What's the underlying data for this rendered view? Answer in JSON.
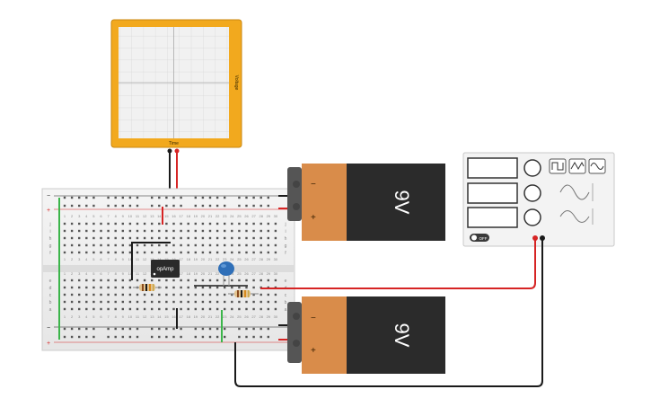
{
  "oscilloscope": {
    "x_axis_label": "Time",
    "y_axis_label": "Voltage"
  },
  "batteries": [
    {
      "label": "9V",
      "minus": "−",
      "plus": "+"
    },
    {
      "label": "9V",
      "minus": "−",
      "plus": "+"
    }
  ],
  "opamp": {
    "label": "opAmp"
  },
  "function_generator": {
    "waveforms": [
      "square",
      "triangle",
      "sine"
    ],
    "power_label": "OFF"
  },
  "breadboard": {
    "row_letters_top": [
      "j",
      "i",
      "h",
      "g",
      "f"
    ],
    "row_letters_bottom": [
      "e",
      "d",
      "c",
      "b",
      "a"
    ],
    "columns": [
      "1",
      "2",
      "3",
      "4",
      "5",
      "6",
      "7",
      "8",
      "9",
      "10",
      "11",
      "12",
      "13",
      "14",
      "15",
      "16",
      "17",
      "18",
      "19",
      "20",
      "21",
      "22",
      "23",
      "24",
      "25",
      "26",
      "27",
      "28",
      "29",
      "30"
    ],
    "rail_plus": "+",
    "rail_minus": "−"
  },
  "colors": {
    "scope_frame": "#f2a91e",
    "battery_body": "#2b2b2b",
    "battery_cap": "#d98c4a",
    "wire_red": "#d62424",
    "wire_black": "#1a1a1a",
    "wire_green": "#3bb54a",
    "capacitor": "#2f6fb8"
  }
}
